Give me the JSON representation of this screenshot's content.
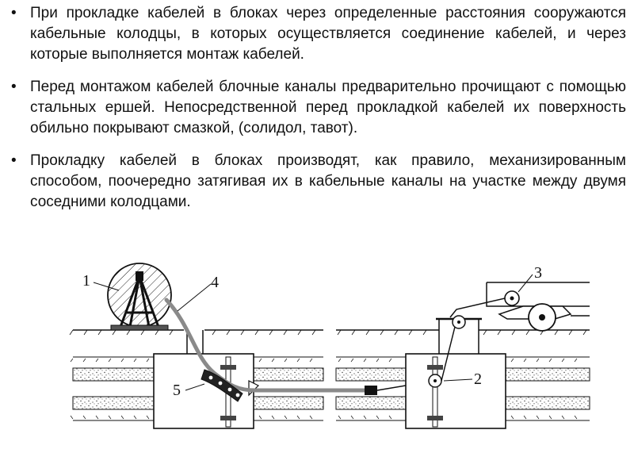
{
  "bullets": [
    {
      "marker": "•",
      "text": "При прокладке кабелей в блоках через определенные расстояния сооружаются кабельные колодцы, в которых осуществляется соединение кабелей, и через которые выполняется монтаж кабелей."
    },
    {
      "marker": "•",
      "text": "Перед монтажом кабелей блочные каналы предварительно прочищают с помощью стальных ершей. Непосредственной перед прокладкой кабелей их поверхность обильно покрывают смазкой, (солидол, тавот)."
    },
    {
      "marker": "•",
      "text": "Прокладку кабелей в блоках производят, как правило, механизированным способом, поочередно затягивая их в кабельные каналы на участке между двумя соседними колодцами."
    }
  ],
  "diagram": {
    "labels": {
      "drum": "1",
      "well_right": "2",
      "winch": "3",
      "cable": "4",
      "roller_guide": "5"
    }
  }
}
